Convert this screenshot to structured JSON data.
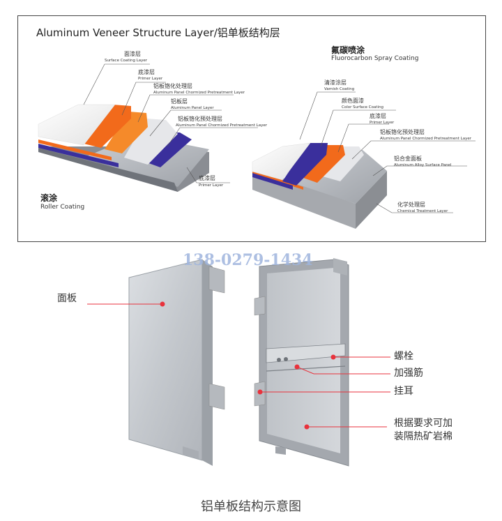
{
  "top_panel": {
    "title": "Aluminum Veneer Structure Layer/铝单板结构层",
    "roller": {
      "cn": "滚涂",
      "en": "Roller Coating",
      "layers": [
        {
          "cn": "面漆层",
          "en": "Surface Coating Layer"
        },
        {
          "cn": "底漆层",
          "en": "Primer  Layer"
        },
        {
          "cn": "铝板铬化处理层",
          "en": "Aluminum Panel Chormized Pretreatment Layer"
        },
        {
          "cn": "铝板层",
          "en": "Aluminum Panel Layer"
        },
        {
          "cn": "铝板铬化预处理层",
          "en": "Aluminum Panel Chormized Pretreatment Layer"
        },
        {
          "cn": "底漆层",
          "en": "Primer  Layer"
        }
      ]
    },
    "fluoro": {
      "cn": "氟碳喷涂",
      "en": "Fluorocarbon Spray Coating",
      "layers": [
        {
          "cn": "清漆涂层",
          "en": "Varnish Coating"
        },
        {
          "cn": "颜色面漆",
          "en": "Color Surface Coating"
        },
        {
          "cn": "底漆层",
          "en": "Primer Layer"
        },
        {
          "cn": "铝板铬化预处理层",
          "en": "Aluminum Panel Chormized Pretreatment Layer"
        },
        {
          "cn": "铝合金面板",
          "en": "Aluminum Alloy Surface Panel"
        },
        {
          "cn": "化学处理层",
          "en": "Chemical Treatment Layer"
        }
      ]
    }
  },
  "watermark": "138-0279-1434",
  "callouts": {
    "panel": "面板",
    "bolt": "螺栓",
    "stiffener": "加强筋",
    "hanger": "挂耳",
    "insulation_line1": "根据要求可加",
    "insulation_line2": "装隔热矿岩棉"
  },
  "caption": "铝单板结构示意图",
  "colors": {
    "orange": "#f26a1b",
    "blue": "#3a2f9c",
    "gray": "#a9acb2",
    "white_coat": "#f4f4f4",
    "callout_dot": "#e8323c"
  }
}
